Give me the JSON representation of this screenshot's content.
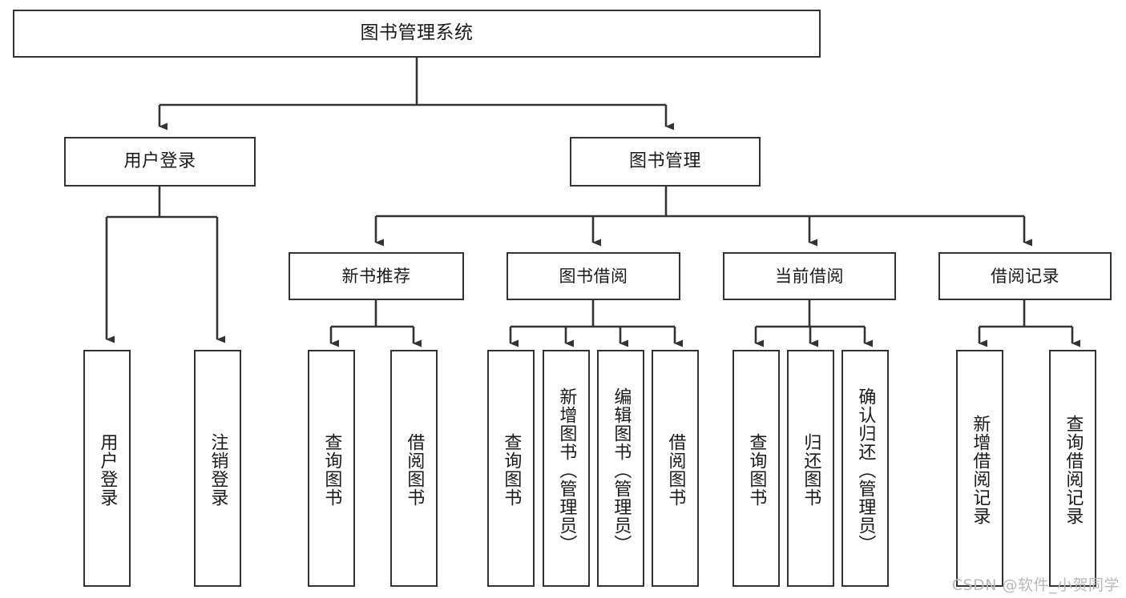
{
  "diagram": {
    "title": "图书管理系统",
    "type": "tree",
    "orientation": "top-down",
    "line_color": "#333333",
    "box_fill": "#ffffff",
    "text_color": "#1a1a1a",
    "nodes": {
      "root": {
        "label": "图书管理系统"
      },
      "level1": [
        {
          "id": "user-login",
          "label": "用户登录"
        },
        {
          "id": "book-management",
          "label": "图书管理"
        }
      ],
      "level2": [
        {
          "id": "new-book-recommend",
          "label": "新书推荐"
        },
        {
          "id": "book-borrow",
          "label": "图书借阅"
        },
        {
          "id": "current-borrow",
          "label": "当前借阅"
        },
        {
          "id": "borrow-record",
          "label": "借阅记录"
        }
      ],
      "leaves": {
        "user_login": [
          {
            "id": "leaf-user-login",
            "label": "用户登录"
          },
          {
            "id": "leaf-logout-login",
            "label": "注销登录"
          }
        ],
        "new_book_recommend": [
          {
            "id": "leaf-query-book-1",
            "label": "查询图书"
          },
          {
            "id": "leaf-borrow-book-1",
            "label": "借阅图书"
          }
        ],
        "book_borrow": [
          {
            "id": "leaf-query-book-2",
            "label": "查询图书"
          },
          {
            "id": "leaf-add-book-admin",
            "label": "新增图书（管理员）"
          },
          {
            "id": "leaf-edit-book-admin",
            "label": "编辑图书（管理员）"
          },
          {
            "id": "leaf-borrow-book-2",
            "label": "借阅图书"
          }
        ],
        "current_borrow": [
          {
            "id": "leaf-query-book-3",
            "label": "查询图书"
          },
          {
            "id": "leaf-return-book",
            "label": "归还图书"
          },
          {
            "id": "leaf-confirm-return-admin",
            "label": "确认归还（管理员）"
          }
        ],
        "borrow_record": [
          {
            "id": "leaf-add-borrow-record",
            "label": "新增借阅记录"
          },
          {
            "id": "leaf-query-borrow-record",
            "label": "查询借阅记录"
          }
        ]
      }
    }
  },
  "watermark": {
    "text": "CSDN @软件_小贺同学"
  }
}
